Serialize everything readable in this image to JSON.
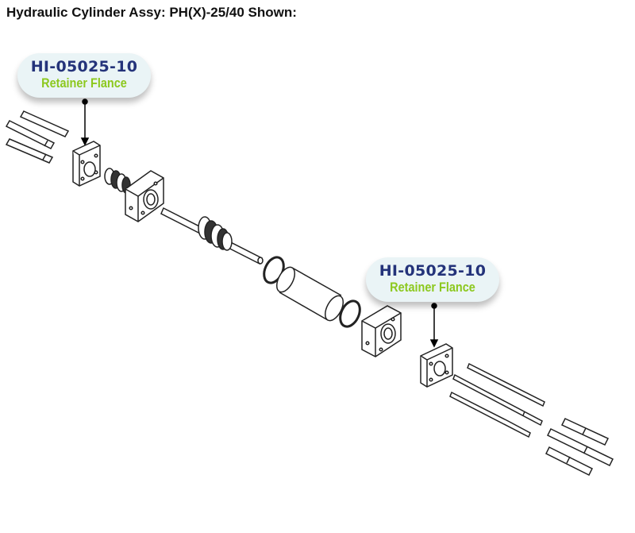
{
  "title": "Hydraulic Cylinder Assy: PH(X)-25/40 Shown:",
  "callouts": [
    {
      "part_number": "HI-05025-10",
      "description": "Retainer Flance"
    },
    {
      "part_number": "HI-05025-10",
      "description": "Retainer Flance"
    }
  ],
  "colors": {
    "part_number": "#24337a",
    "description": "#8cc81e",
    "callout_bg": "#eaf4f6"
  }
}
